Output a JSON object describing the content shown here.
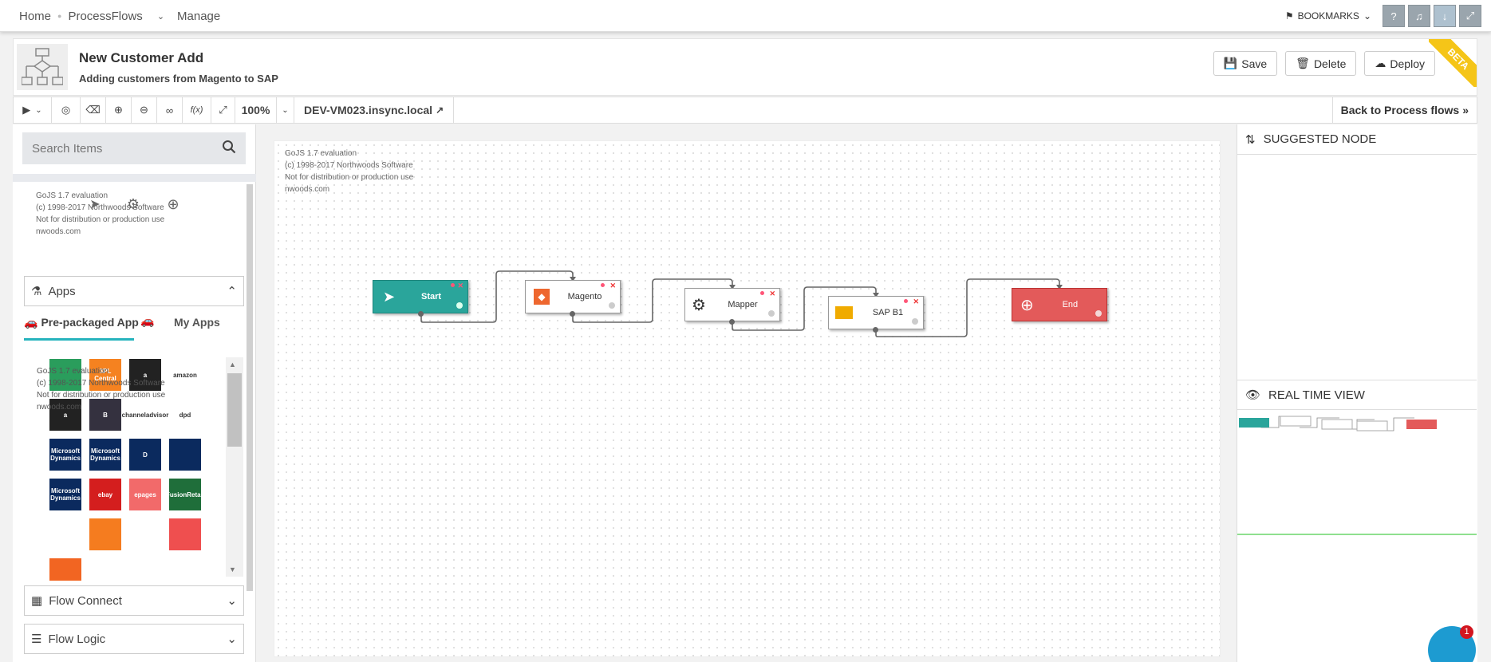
{
  "nav": {
    "breadcrumbs": [
      "Home",
      "ProcessFlows",
      "Manage"
    ],
    "bookmarks_label": "BOOKMARKS"
  },
  "header": {
    "title": "New Customer Add",
    "subtitle": "Adding customers from Magento to SAP",
    "save_label": "Save",
    "delete_label": "Delete",
    "deploy_label": "Deploy",
    "ribbon": "BETA"
  },
  "toolbar": {
    "zoom": "100%",
    "host": "DEV-VM023.insync.local",
    "fx": "f(x)",
    "back_label": "Back to Process flows"
  },
  "left": {
    "search_placeholder": "Search Items",
    "watermark": [
      "GoJS 1.7 evaluation",
      "(c) 1998-2017 Northwoods Software",
      "Not for distribution or production use",
      "nwoods.com"
    ],
    "apps_label": "Apps",
    "tab_prepackaged": "Pre-packaged App",
    "tab_myapps": "My Apps",
    "flow_connect_label": "Flow Connect",
    "flow_logic_label": "Flow Logic",
    "apps": [
      {
        "label": "",
        "color": "#2a9d5c"
      },
      {
        "label": "3PL Central",
        "color": "#f58220"
      },
      {
        "label": "a",
        "color": "#222222"
      },
      {
        "label": "amazon",
        "color": "#ffffff"
      },
      {
        "label": "a",
        "color": "#222222"
      },
      {
        "label": "B",
        "color": "#34313f"
      },
      {
        "label": "channeladvisor",
        "color": "#ffffff"
      },
      {
        "label": "dpd",
        "color": "#ffffff"
      },
      {
        "label": "Microsoft Dynamics",
        "color": "#0b2a5e"
      },
      {
        "label": "Microsoft Dynamics",
        "color": "#0b2a5e"
      },
      {
        "label": "D",
        "color": "#0b2a5e"
      },
      {
        "label": "",
        "color": "#0b2a5e"
      },
      {
        "label": "Microsoft Dynamics",
        "color": "#0b2a5e"
      },
      {
        "label": "ebay",
        "color": "#d41e1e"
      },
      {
        "label": "epages",
        "color": "#f26a6a"
      },
      {
        "label": "FusionRetail",
        "color": "#1f6e3a"
      },
      {
        "label": "",
        "color": "#ffffff"
      },
      {
        "label": "",
        "color": "#f57c1f"
      },
      {
        "label": "",
        "color": "#ffffff"
      },
      {
        "label": "",
        "color": "#ef4f4f"
      },
      {
        "label": "",
        "color": "#f26522"
      },
      {
        "label": "",
        "color": "#ffffff"
      },
      {
        "label": "",
        "color": "#ffffff"
      },
      {
        "label": "",
        "color": "#ffffff"
      }
    ]
  },
  "canvas": {
    "watermark": [
      "GoJS 1.7 evaluation",
      "(c) 1998-2017 Northwoods Software",
      "Not for distribution or production use",
      "nwoods.com"
    ],
    "nodes": {
      "start": "Start",
      "magento": "Magento",
      "mapper": "Mapper",
      "sap": "SAP B1",
      "end": "End"
    },
    "colors": {
      "start": "#2aa59b",
      "end": "#e35a5a",
      "magento": "#ee672f",
      "sap": "#f0ab00"
    }
  },
  "right": {
    "suggested_label": "SUGGESTED NODE",
    "realtime_label": "REAL TIME VIEW"
  },
  "chat": {
    "badge": "1"
  }
}
